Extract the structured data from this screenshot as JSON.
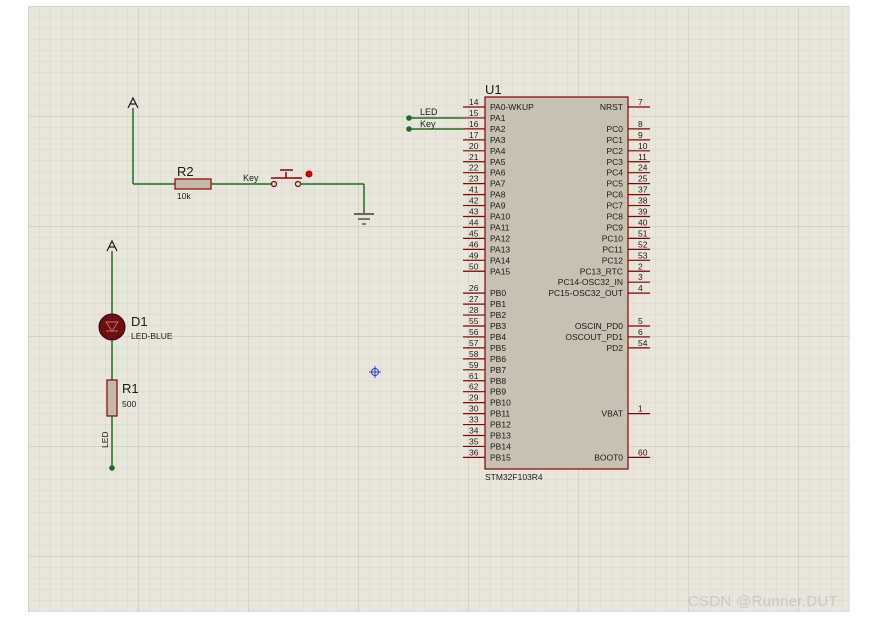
{
  "schematic": {
    "colors": {
      "canvas": "#ffffff",
      "sheet": "#e8e6da",
      "grid_minor": "#d6d4c8",
      "grid_major": "#c8c6b8",
      "wire": "#1f6e1f",
      "component_body": "#c4b9a8",
      "component_stroke": "#8b0000",
      "led_fill": "#6b0f0f",
      "ic_body": "#c8c1b1",
      "junction": "#1f6e1f",
      "text": "#1a1a1a"
    },
    "watermark": "CSDN @Runner.DUT",
    "r2": {
      "ref": "R2",
      "value": "10k"
    },
    "key_label": "Key",
    "d1": {
      "ref": "D1",
      "value": "LED-BLUE"
    },
    "r1": {
      "ref": "R1",
      "value": "500"
    },
    "led_net_label": "LED",
    "net_labels": {
      "led": "LED",
      "key": "Key"
    },
    "u1": {
      "ref": "U1",
      "part": "STM32F103R4",
      "left_pins": [
        {
          "num": "14",
          "name": "PA0-WKUP"
        },
        {
          "num": "15",
          "name": "PA1"
        },
        {
          "num": "16",
          "name": "PA2"
        },
        {
          "num": "17",
          "name": "PA3"
        },
        {
          "num": "20",
          "name": "PA4"
        },
        {
          "num": "21",
          "name": "PA5"
        },
        {
          "num": "22",
          "name": "PA6"
        },
        {
          "num": "23",
          "name": "PA7"
        },
        {
          "num": "41",
          "name": "PA8"
        },
        {
          "num": "42",
          "name": "PA9"
        },
        {
          "num": "43",
          "name": "PA10"
        },
        {
          "num": "44",
          "name": "PA11"
        },
        {
          "num": "45",
          "name": "PA12"
        },
        {
          "num": "46",
          "name": "PA13"
        },
        {
          "num": "49",
          "name": "PA14"
        },
        {
          "num": "50",
          "name": "PA15"
        },
        {
          "num": "26",
          "name": "PB0"
        },
        {
          "num": "27",
          "name": "PB1"
        },
        {
          "num": "28",
          "name": "PB2"
        },
        {
          "num": "55",
          "name": "PB3"
        },
        {
          "num": "56",
          "name": "PB4"
        },
        {
          "num": "57",
          "name": "PB5"
        },
        {
          "num": "58",
          "name": "PB6"
        },
        {
          "num": "59",
          "name": "PB7"
        },
        {
          "num": "61",
          "name": "PB8"
        },
        {
          "num": "62",
          "name": "PB9"
        },
        {
          "num": "29",
          "name": "PB10"
        },
        {
          "num": "30",
          "name": "PB11"
        },
        {
          "num": "33",
          "name": "PB12"
        },
        {
          "num": "34",
          "name": "PB13"
        },
        {
          "num": "35",
          "name": "PB14"
        },
        {
          "num": "36",
          "name": "PB15"
        }
      ],
      "right_pins": [
        {
          "num": "7",
          "name": "NRST"
        },
        {
          "num": "8",
          "name": "PC0"
        },
        {
          "num": "9",
          "name": "PC1"
        },
        {
          "num": "10",
          "name": "PC2"
        },
        {
          "num": "11",
          "name": "PC3"
        },
        {
          "num": "24",
          "name": "PC4"
        },
        {
          "num": "25",
          "name": "PC5"
        },
        {
          "num": "37",
          "name": "PC6"
        },
        {
          "num": "38",
          "name": "PC7"
        },
        {
          "num": "39",
          "name": "PC8"
        },
        {
          "num": "40",
          "name": "PC9"
        },
        {
          "num": "51",
          "name": "PC10"
        },
        {
          "num": "52",
          "name": "PC11"
        },
        {
          "num": "53",
          "name": "PC12"
        },
        {
          "num": "2",
          "name": "PC13_RTC"
        },
        {
          "num": "3",
          "name": "PC14-OSC32_IN"
        },
        {
          "num": "4",
          "name": "PC15-OSC32_OUT"
        },
        {
          "num": "5",
          "name": "OSCIN_PD0"
        },
        {
          "num": "6",
          "name": "OSCOUT_PD1"
        },
        {
          "num": "54",
          "name": "PD2"
        },
        {
          "num": "1",
          "name": "VBAT"
        },
        {
          "num": "60",
          "name": "BOOT0"
        }
      ]
    }
  }
}
